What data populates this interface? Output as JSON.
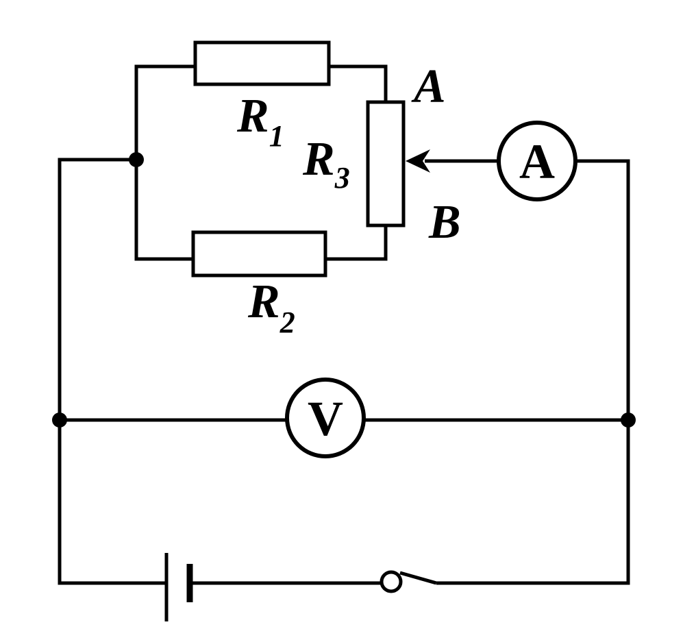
{
  "colors": {
    "line": "#000000",
    "background": "#ffffff"
  },
  "labels": {
    "r1_base": "R",
    "r1_sub": "1",
    "r2_base": "R",
    "r2_sub": "2",
    "r3_base": "R",
    "r3_sub": "3",
    "terminal_top": "A",
    "terminal_bottom": "B",
    "ammeter": "A",
    "voltmeter": "V"
  }
}
